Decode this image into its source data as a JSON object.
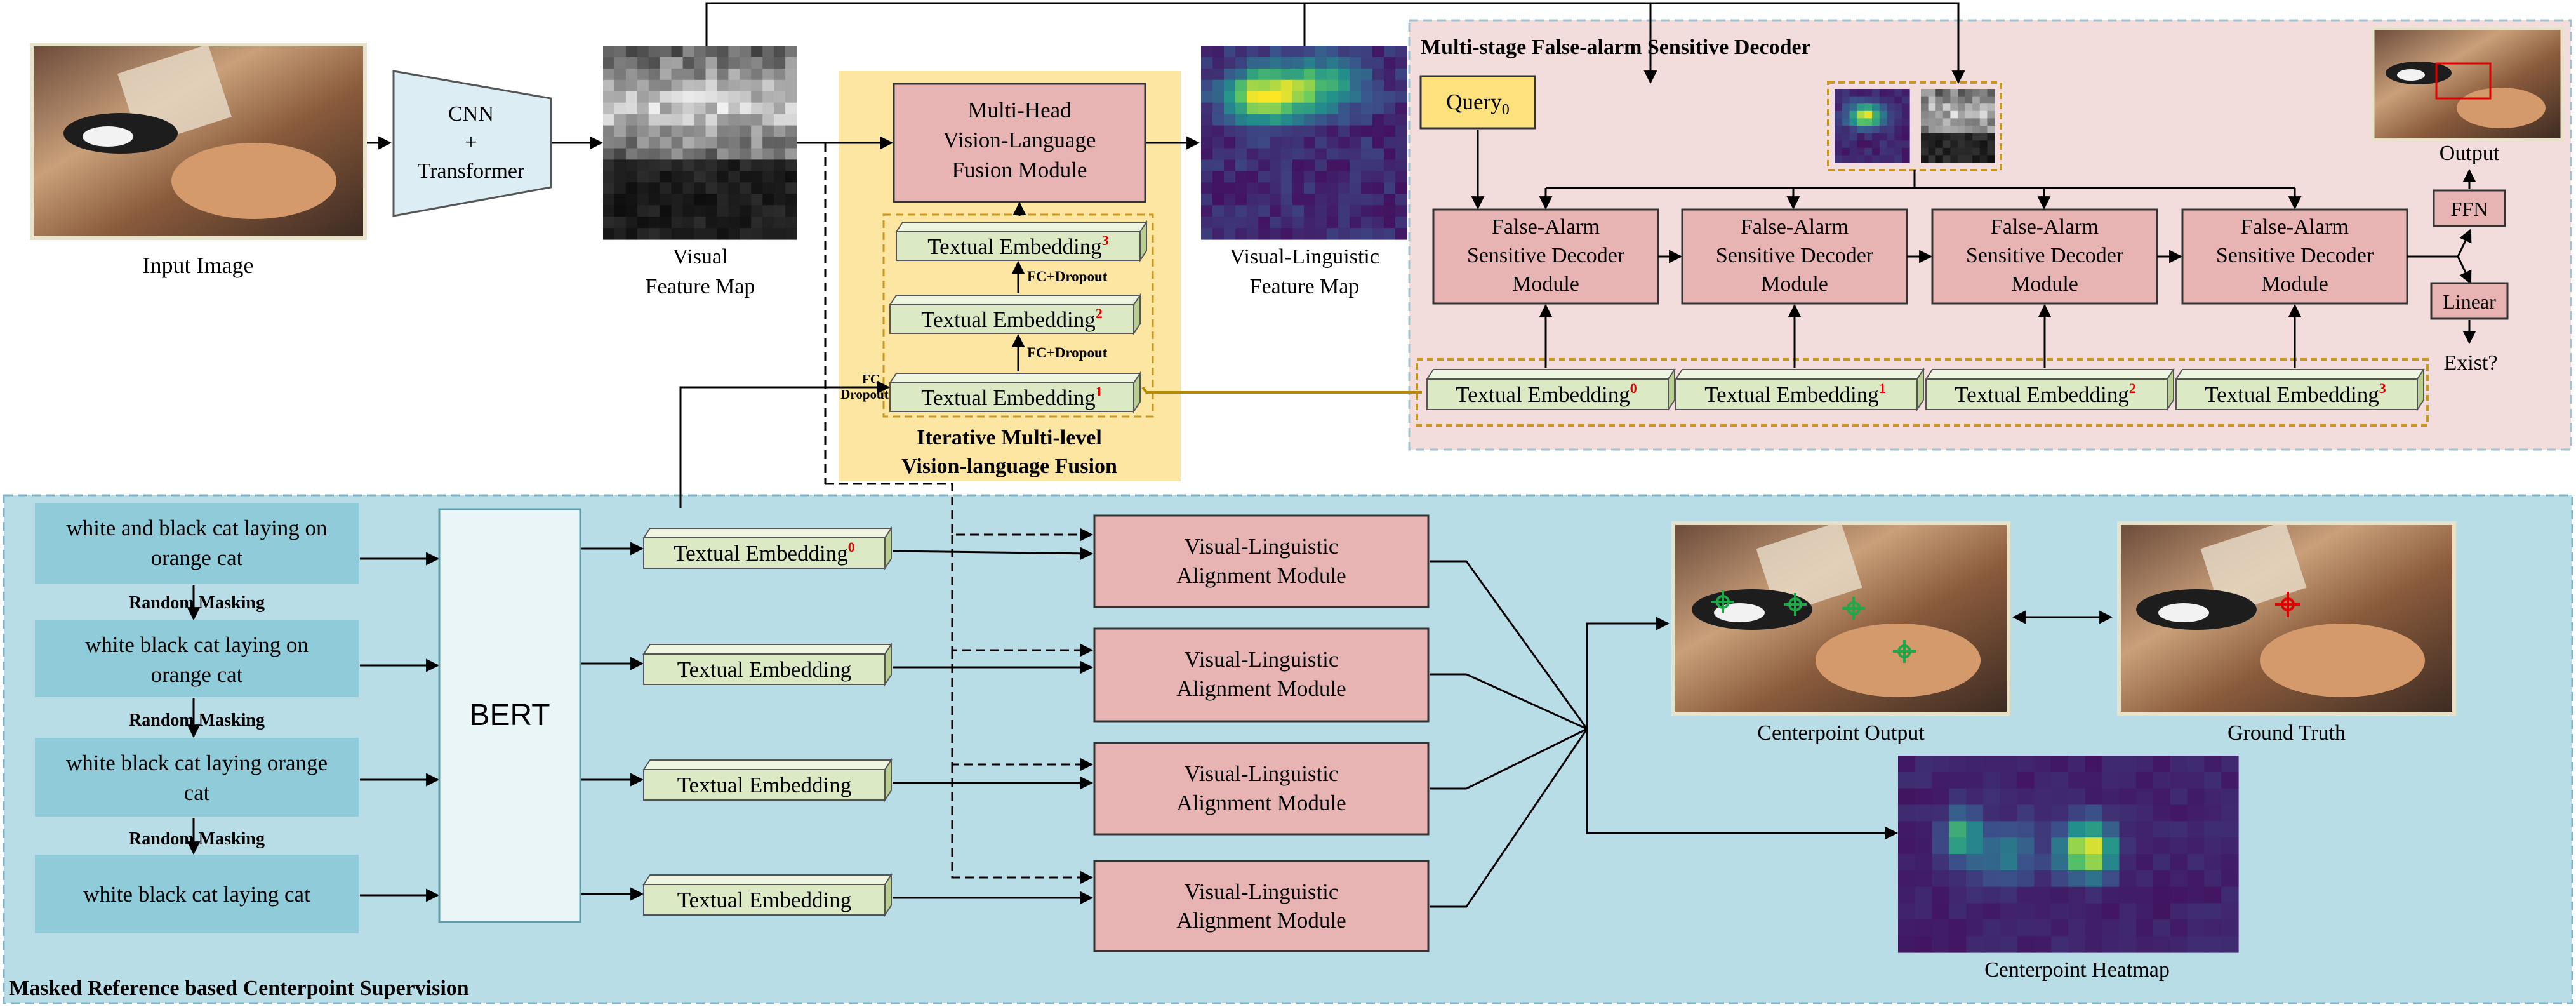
{
  "input": {
    "label": "Input Image"
  },
  "cnn": {
    "line1": "CNN",
    "line2": "+",
    "line3": "Transformer"
  },
  "visual_feature_map": {
    "line1": "Visual",
    "line2": "Feature Map"
  },
  "imvf": {
    "title_line1": "Iterative Multi-level",
    "title_line2": "Vision-language Fusion",
    "fusion_module": [
      "Multi-Head",
      "Vision-Language",
      "Fusion Module"
    ],
    "emb_label": "Textual Embedding",
    "sup3": "3",
    "sup2": "2",
    "sup1": "1",
    "fc_dropout": "FC+Dropout",
    "fc_side1": "FC",
    "fc_side2": "Dropout"
  },
  "vl_feature_map": {
    "line1": "Visual-Linguistic",
    "line2": "Feature Map"
  },
  "decoder": {
    "title": "Multi-stage False-alarm Sensitive Decoder",
    "query": "Query",
    "query_sub": "0",
    "module": [
      "False-Alarm",
      "Sensitive Decoder",
      "Module"
    ],
    "emb_label": "Textual Embedding",
    "sups": [
      "0",
      "1",
      "2",
      "3"
    ],
    "output": "Output",
    "ffn": "FFN",
    "linear": "Linear",
    "exist": "Exist?"
  },
  "supervision": {
    "title": "Masked Reference based Centerpoint Supervision",
    "texts": [
      [
        "white and black cat laying on",
        "orange cat"
      ],
      [
        "white black cat laying on",
        "orange cat"
      ],
      [
        "white black cat laying orange",
        "cat"
      ],
      [
        "white black cat laying cat"
      ]
    ],
    "random_masking": "Random Masking",
    "bert": "BERT",
    "emb_label": "Textual Embedding",
    "emb_sup0": "0",
    "align": [
      "Visual-Linguistic",
      "Alignment Module"
    ],
    "centerpoint_output": "Centerpoint Output",
    "ground_truth": "Ground Truth",
    "heatmap": "Centerpoint Heatmap"
  },
  "colors": {
    "pink_panel": "#f2dcdc",
    "blue_panel": "#b8dde6",
    "yellow_panel": "#fde6a2",
    "module_pink": "#e8b4b3",
    "text_box": "#8fcbd8",
    "emb_green": "#dbe9c4",
    "cnn_blue": "#dceef4",
    "query_yellow": "#fde17c",
    "sup_red": "#e00000"
  }
}
